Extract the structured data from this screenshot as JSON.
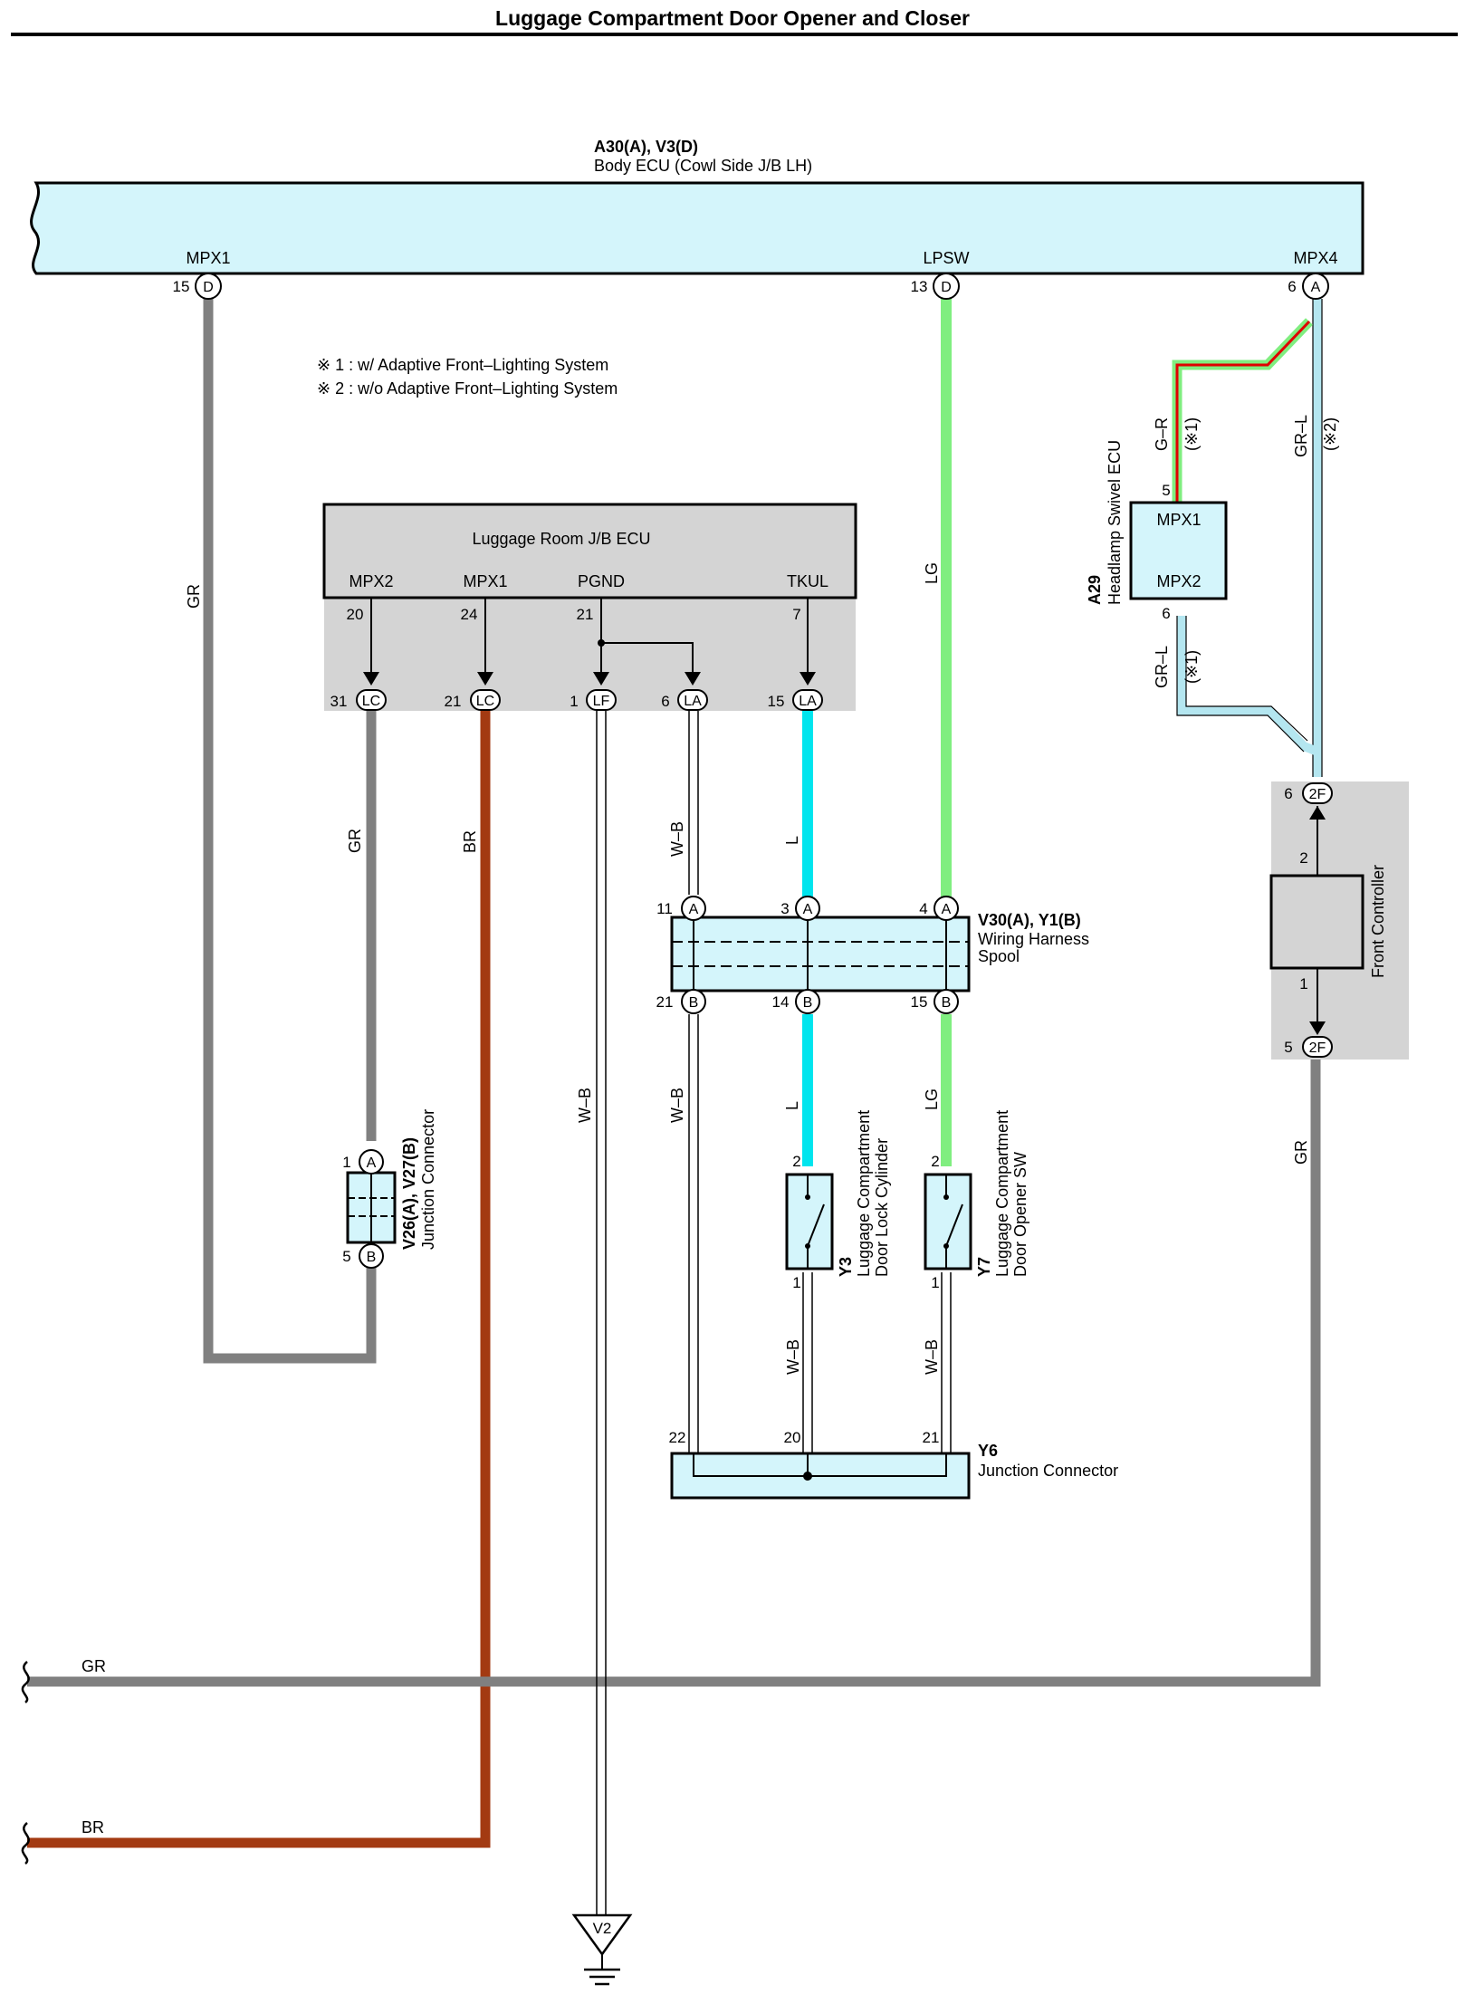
{
  "title": "Luggage Compartment Door Opener and Closer",
  "notes": [
    "※ 1 : w/ Adaptive Front–Lighting System",
    "※ 2 : w/o Adaptive Front–Lighting System"
  ],
  "colors": {
    "gray": "#808080",
    "brown": "#a33a12",
    "green": "#80ee80",
    "cyan": "#00e5ee",
    "light_blue": "#b4e6f0",
    "red": "#e00000",
    "ecu_fill": "#d4f5fb",
    "shade": "#d4d4d4"
  },
  "body_ecu": {
    "code": "A30(A), V3(D)",
    "name": "Body ECU (Cowl Side J/B LH)",
    "terminals": [
      {
        "name": "MPX1",
        "pin": "15",
        "conn": "D"
      },
      {
        "name": "LPSW",
        "pin": "13",
        "conn": "D"
      },
      {
        "name": "MPX4",
        "pin": "6",
        "conn": "A"
      }
    ]
  },
  "luggage_ecu": {
    "name": "Luggage Room J/B ECU",
    "terminals": [
      {
        "name": "MPX2",
        "pin": "20",
        "out_pin": "31",
        "conn": "LC"
      },
      {
        "name": "MPX1",
        "pin": "24",
        "out_pin": "21",
        "conn": "LC"
      },
      {
        "name": "PGND",
        "pin": "21",
        "out_pin": "1",
        "conn": "LF"
      },
      {
        "name": "",
        "pin": "",
        "out_pin": "6",
        "conn": "LA"
      },
      {
        "name": "TKUL",
        "pin": "7",
        "out_pin": "15",
        "conn": "LA"
      }
    ]
  },
  "wiring_spool": {
    "code": "V30(A), Y1(B)",
    "name_line1": "Wiring Harness",
    "name_line2": "Spool",
    "top_pins": [
      {
        "pin": "11",
        "conn": "A"
      },
      {
        "pin": "3",
        "conn": "A"
      },
      {
        "pin": "4",
        "conn": "A"
      }
    ],
    "bottom_pins": [
      {
        "pin": "21",
        "conn": "B"
      },
      {
        "pin": "14",
        "conn": "B"
      },
      {
        "pin": "15",
        "conn": "B"
      }
    ]
  },
  "junction_v26": {
    "code": "V26(A), V27(B)",
    "name": "Junction Connector",
    "top_pin": "1",
    "top_conn": "A",
    "bottom_pin": "5",
    "bottom_conn": "B"
  },
  "headlamp_ecu": {
    "code": "A29",
    "name": "Headlamp Swivel ECU",
    "term1": "MPX1",
    "pin1": "5",
    "term2": "MPX2",
    "pin2": "6"
  },
  "front_controller": {
    "name": "Front Controller",
    "top_conn": "2F",
    "top_pin": "6",
    "inner_top_pin": "2",
    "bottom_conn": "2F",
    "bottom_pin": "5",
    "inner_bottom_pin": "1"
  },
  "switch_y3": {
    "code": "Y3",
    "name_line1": "Luggage Compartment",
    "name_line2": "Door Lock Cylinder",
    "pin_top": "2",
    "pin_bottom": "1"
  },
  "switch_y7": {
    "code": "Y7",
    "name_line1": "Luggage Compartment",
    "name_line2": "Door Opener SW",
    "pin_top": "2",
    "pin_bottom": "1"
  },
  "junction_y6": {
    "code": "Y6",
    "name": "Junction Connector",
    "pins": [
      "22",
      "20",
      "21"
    ]
  },
  "ground": {
    "code": "V2"
  },
  "wires": {
    "gr": "GR",
    "br": "BR",
    "lg": "LG",
    "l": "L",
    "wb": "W–B",
    "gr_r": "G–R",
    "gr_l": "GR–L",
    "note1": "(※1)",
    "note2": "(※2)"
  }
}
